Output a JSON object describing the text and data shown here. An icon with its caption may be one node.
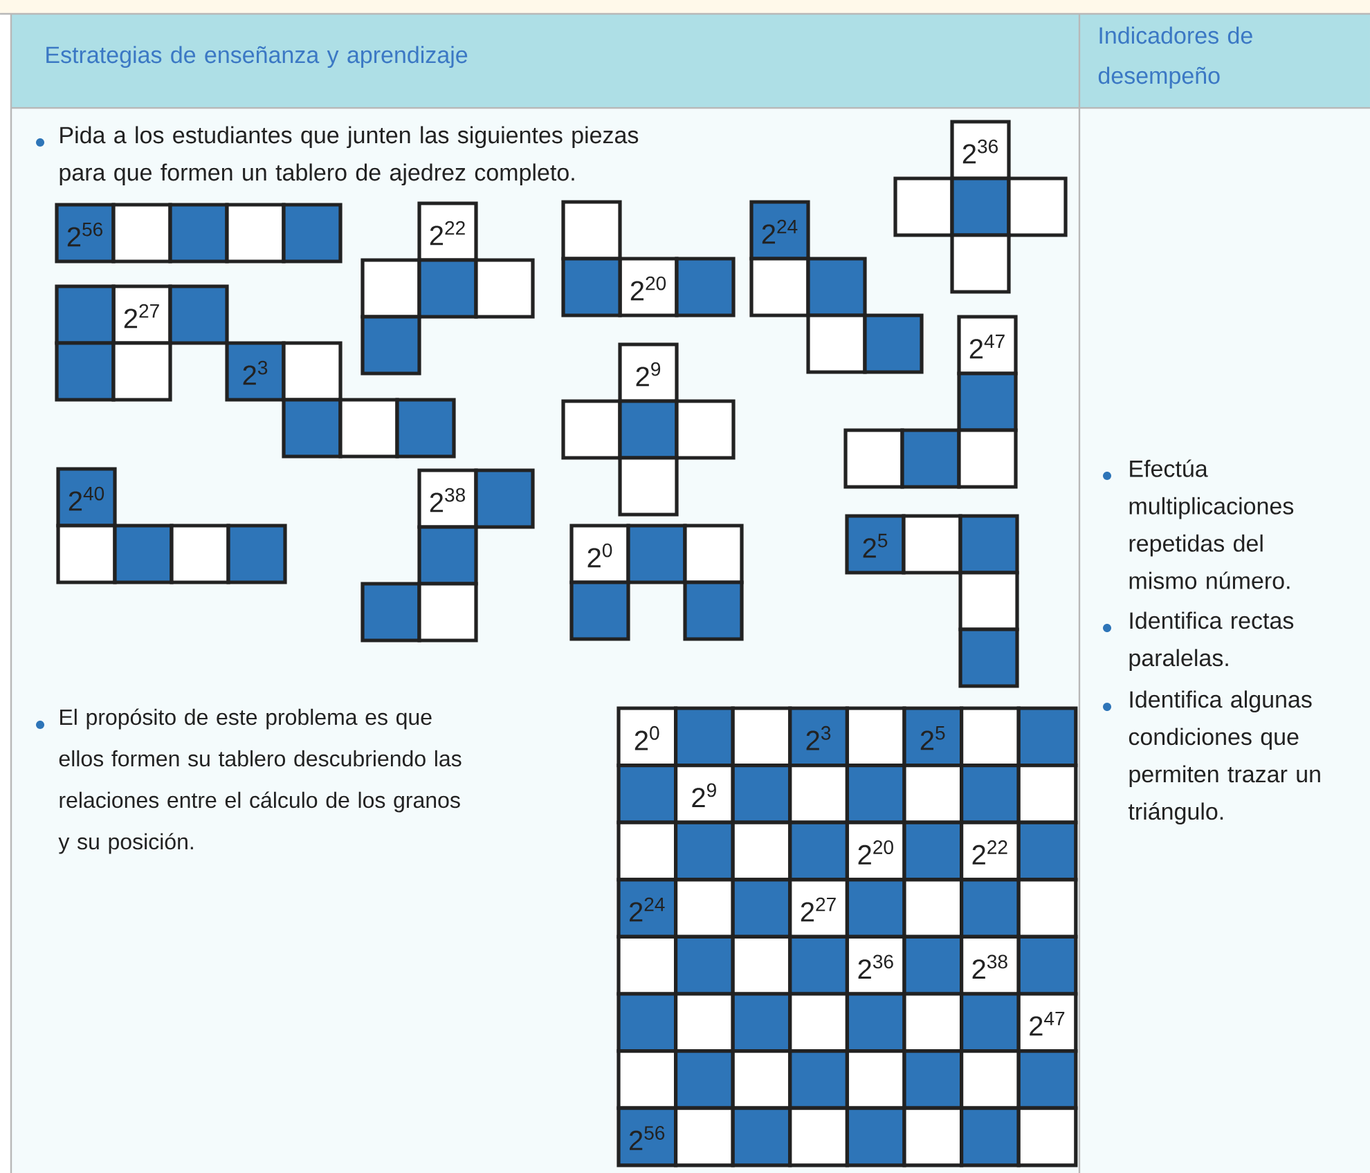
{
  "diagram": {
    "labels": [
      "Estrategias de enseñanza y aprendizaje",
      "Indicadores de desempeño",
      "Pida a los estudiantes que junten las siguientes piezas para que formen un tablero de ajedrez completo.",
      "2$^{36}$",
      "2$^{56}$",
      "2$^{22}$",
      "2$^{20}$",
      "2$^{24}$",
      "2$^{27}$",
      "2$^{47}$",
      "2$^{3}$",
      "2$^{9}$",
      "2$^{40}$",
      "2$^{38}$",
      "2$^{0}$",
      "2$^{5}$",
      "El propósito de este problema es que ellos formen su tablero descubriendo las relaciones entre el cálculo de los granos y su posición.",
      "Efectúa multiplicaciones repetidas del mismo número.",
      "Identifica rectas paralelas.",
      "Identifica algunas condiciones que permiten trazar un triángulo.",
      "2$^{0}$",
      "2$^{3}$",
      "2$^{5}$",
      "2$^{9}$",
      "2$^{20}$",
      "2$^{22}$",
      "2$^{24}$",
      "2$^{27}$",
      "2$^{36}$",
      "2$^{38}$",
      "2$^{47}$",
      "2$^{56}$"
    ]
  }
}
